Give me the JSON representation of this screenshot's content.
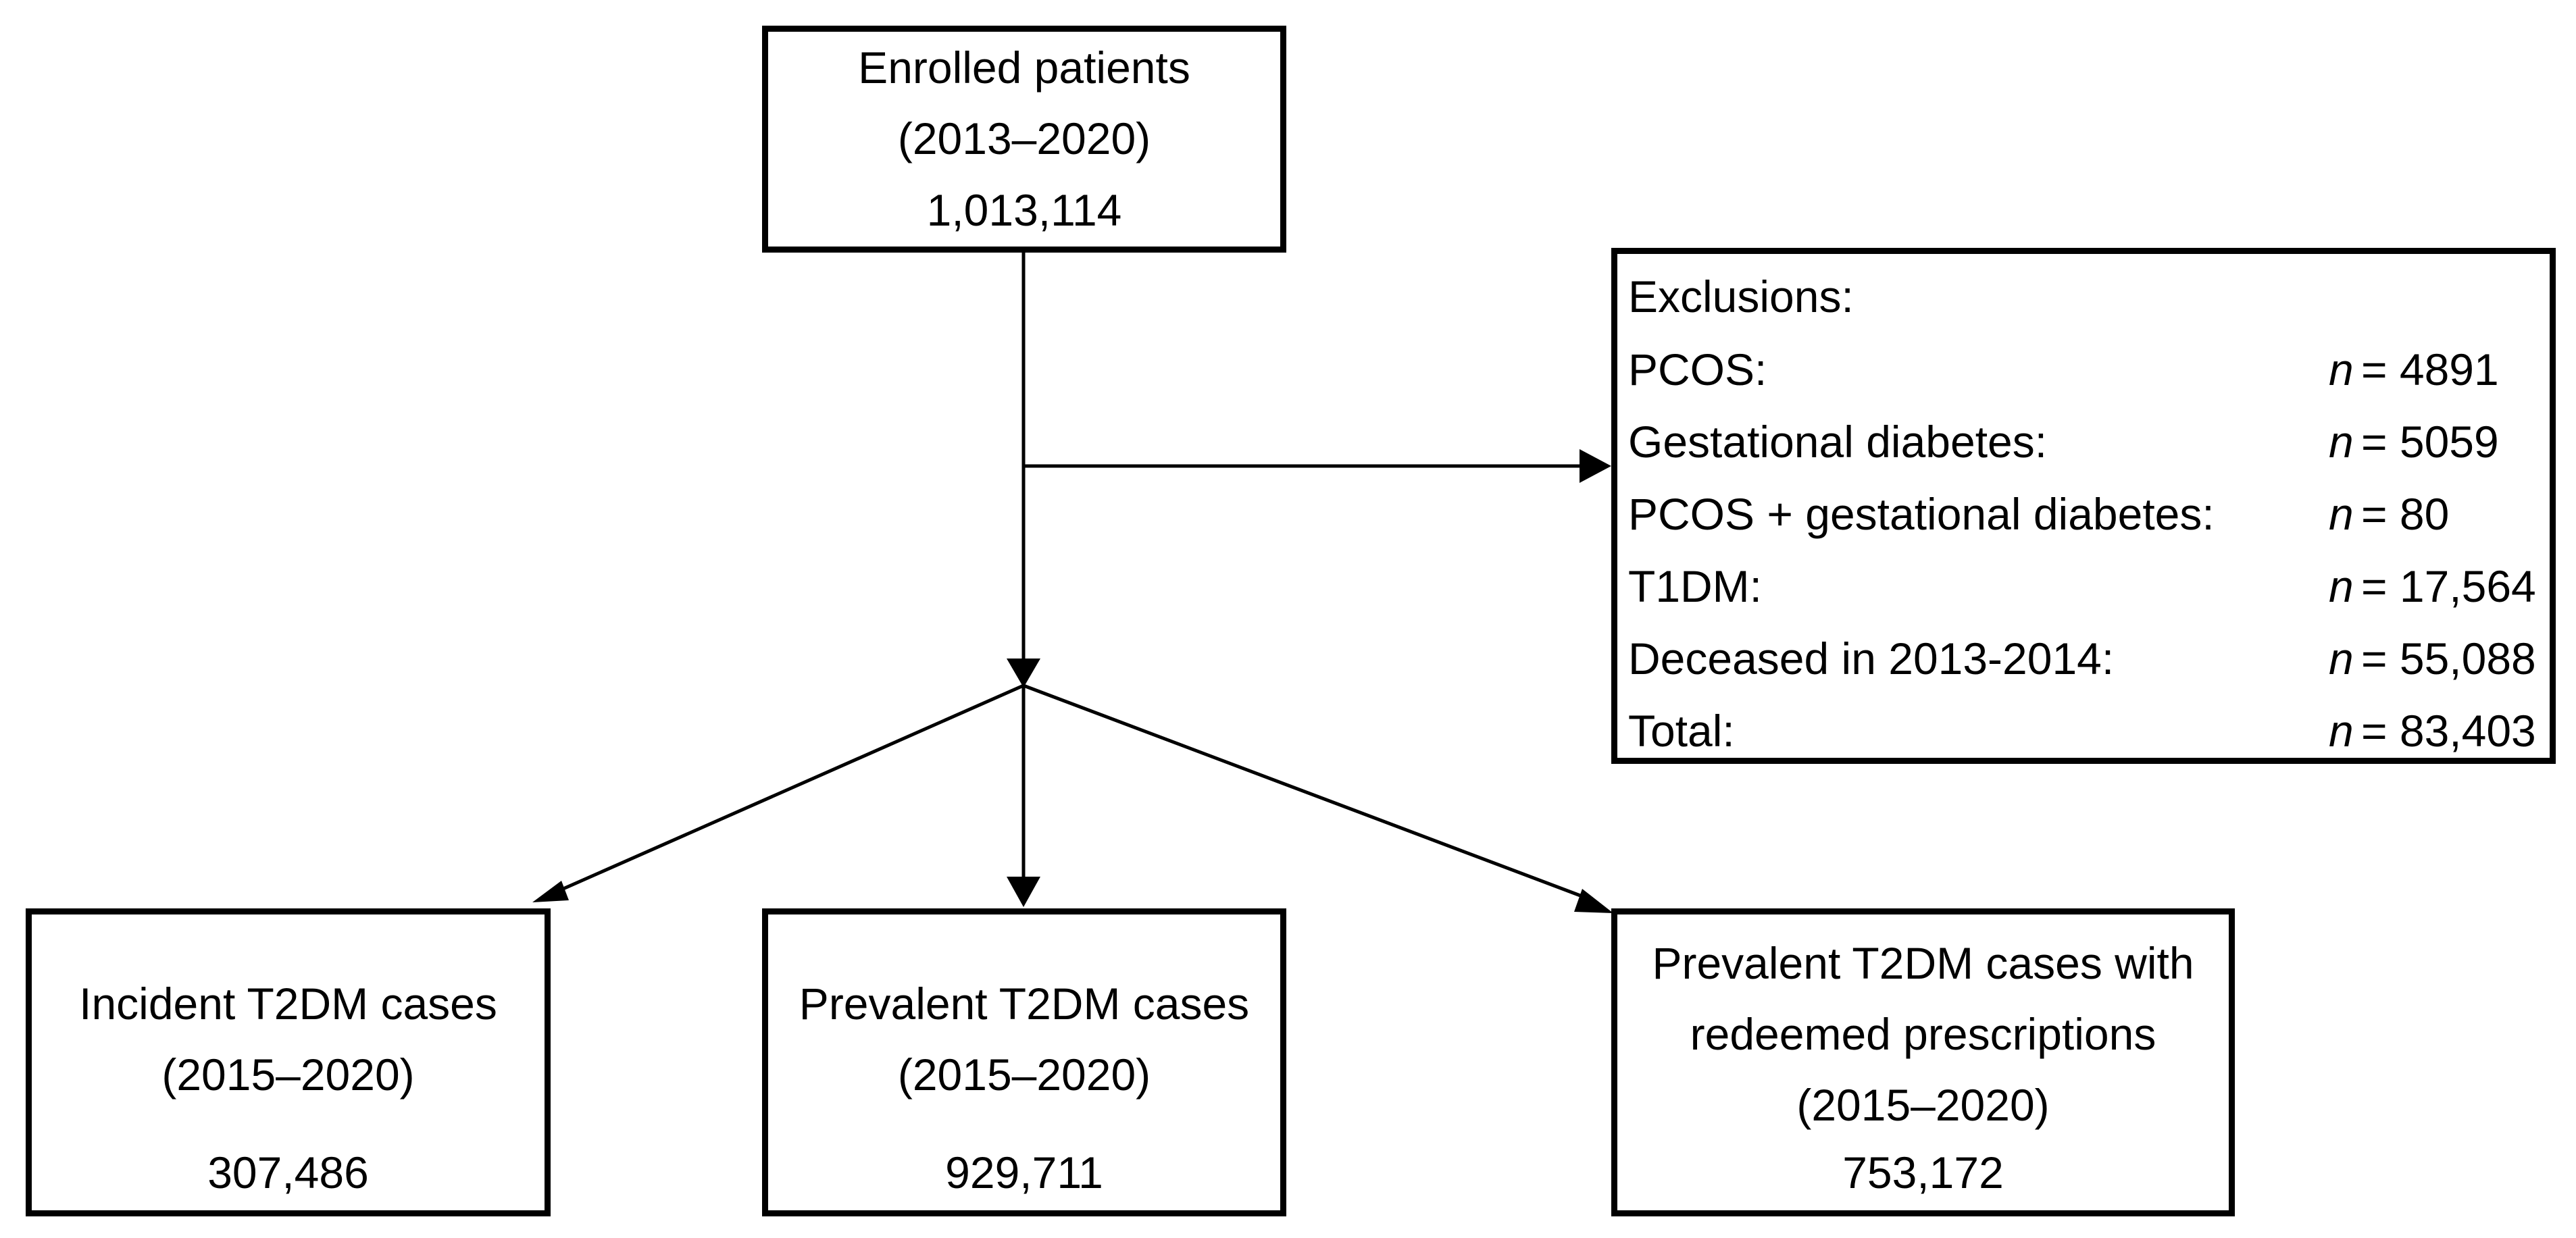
{
  "enrolled": {
    "line1": "Enrolled patients",
    "line2": "(2013–2020)",
    "count": "1,013,114"
  },
  "exclusions": {
    "title": "Exclusions:",
    "rows": [
      {
        "label": "PCOS:",
        "n": "n",
        "value": "= 4891"
      },
      {
        "label": "Gestational diabetes:",
        "n": "n",
        "value": "= 5059"
      },
      {
        "label": "PCOS + gestational diabetes:",
        "n": "n",
        "value": "= 80"
      },
      {
        "label": "T1DM:",
        "n": "n",
        "value": "= 17,564"
      },
      {
        "label": "Deceased in 2013-2014:",
        "n": "n",
        "value": "= 55,088"
      },
      {
        "label": "Total:",
        "n": "n",
        "value": "= 83,403"
      }
    ]
  },
  "incident": {
    "line1": "Incident T2DM cases",
    "line2": "(2015–2020)",
    "count": "307,486"
  },
  "prevalent": {
    "line1": "Prevalent T2DM cases",
    "line2": "(2015–2020)",
    "count": "929,711"
  },
  "prescriptions": {
    "line1": "Prevalent T2DM cases with",
    "line2": "redeemed prescriptions",
    "line3": "(2015–2020)",
    "count": "753,172"
  }
}
